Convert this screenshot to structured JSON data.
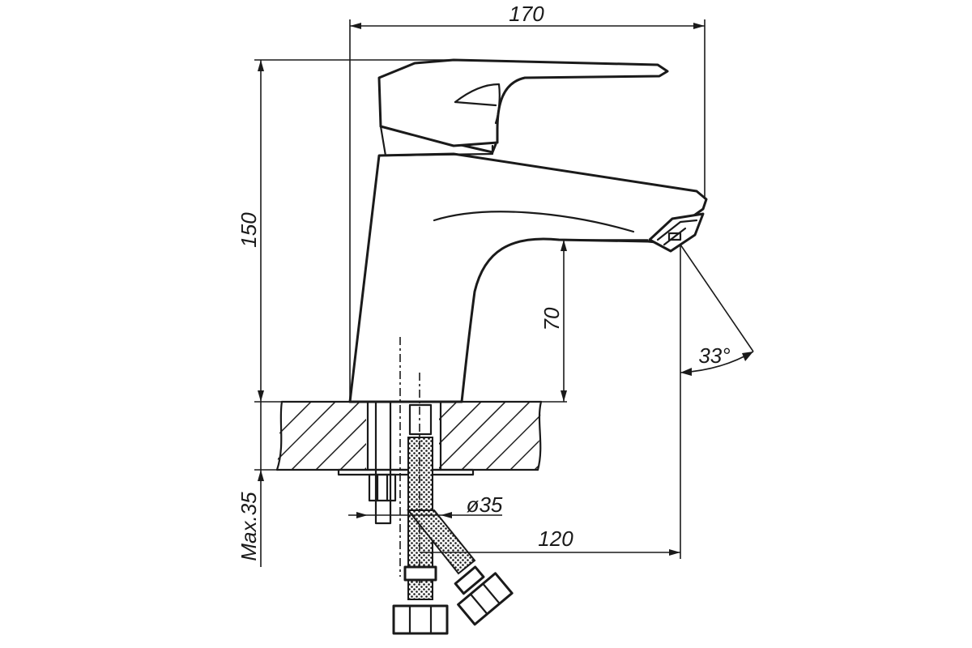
{
  "dimensions": {
    "total_width": "170",
    "total_height": "150",
    "spout_height": "70",
    "spout_angle": "33°",
    "spout_reach": "120",
    "hole_diameter": "ø35",
    "max_thickness": "Max.35"
  },
  "colors": {
    "ink": "#1a1a1a",
    "background": "#ffffff"
  }
}
